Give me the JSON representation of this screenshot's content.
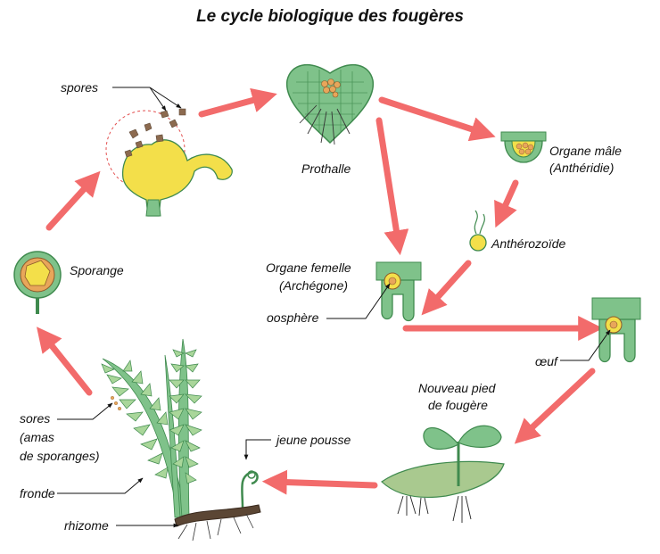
{
  "title": "Le cycle biologique des fougères",
  "labels": {
    "spores": "spores",
    "prothalle": "Prothalle",
    "organe_male_1": "Organe mâle",
    "organe_male_2": "(Anthéridie)",
    "antherozoide": "Anthérozoïde",
    "organe_femelle_1": "Organe femelle",
    "organe_femelle_2": "(Archégone)",
    "oosphere": "oosphère",
    "oeuf": "œuf",
    "nouveau_1": "Nouveau pied",
    "nouveau_2": "de fougère",
    "jeune_pousse": "jeune pousse",
    "sporange": "Sporange",
    "sores_1": "sores",
    "sores_2": "(amas",
    "sores_3": "de sporanges)",
    "fronde": "fronde",
    "rhizome": "rhizome"
  },
  "colors": {
    "arrow": "#f26b6b",
    "tissue": "#7fc28a",
    "tissue_dark": "#3f8a4e",
    "yellow": "#f3df4a",
    "orange_cell": "#e8a65a",
    "spore": "#8c6a4f",
    "soil": "#5b4634"
  }
}
